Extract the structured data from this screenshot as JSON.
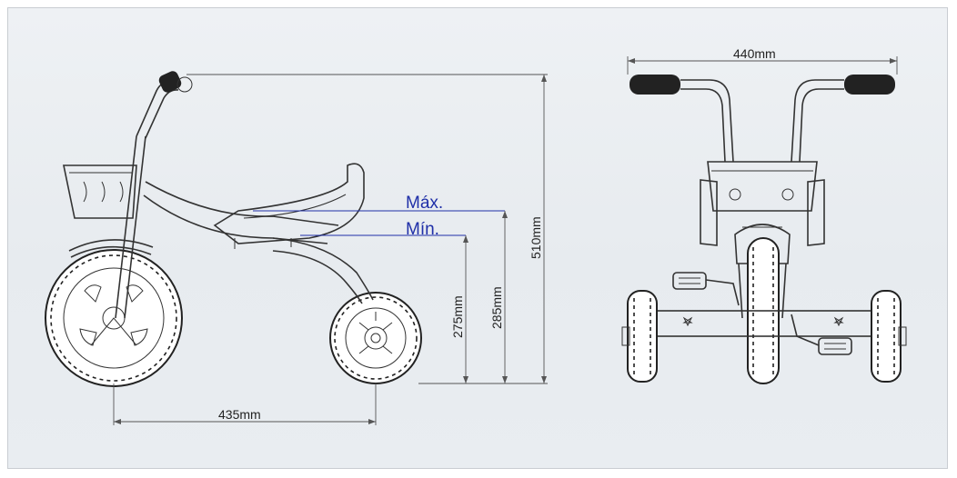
{
  "side_view": {
    "dim_width": "435mm",
    "dim_height_total": "510mm",
    "dim_seat_max": "285mm",
    "dim_seat_min": "275mm",
    "seat_max_label": "Máx.",
    "seat_min_label": "Mín."
  },
  "front_view": {
    "dim_handlebar_width": "440mm"
  },
  "colors": {
    "level_labels": "#1f2fa8",
    "line": "#333333",
    "background": "#e9edf1"
  }
}
